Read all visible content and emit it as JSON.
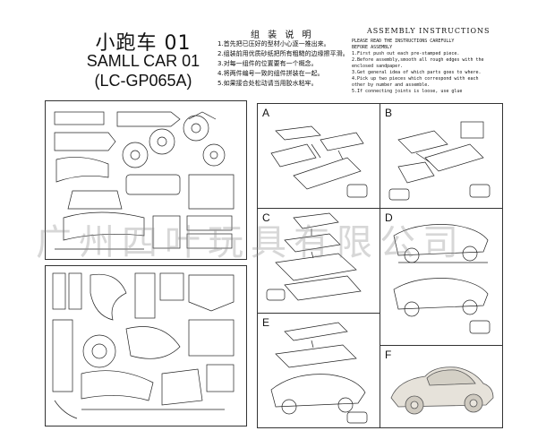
{
  "header": {
    "title_cn": "小跑车 01",
    "title_en": "SAMLL CAR 01",
    "model_code": "(LC-GP065A)"
  },
  "instructions_cn": {
    "heading": "组 装 说 明",
    "steps": [
      "1.首先把已压好的型材小心逐一推出来。",
      "2.组装前用优质砂纸把所有粗糙的边缘擦平滑。",
      "3.对每一组件的位置要有一个概念。",
      "4.将两件编号一致的组件拼装在一起。",
      "5.如果接合处松动请当用胶水粘牢。"
    ]
  },
  "instructions_en": {
    "heading": "ASSEMBLY   INSTRUCTIONS",
    "lines": [
      "PLEASE READ THE INSTRUCTIONS CAREFULLY",
      "BEFORE ASSEMBLY",
      "1.First push out each pre-stamped piece.",
      "2.Before assembly,smooth all rough edges with the",
      "  enclosed sandpaper.",
      "3.Get general idea of which parts goes to where.",
      "4.Pick up two pieces which correspond with each",
      "  other by number and assemble.",
      "5.If connecting joints is loose, use glue"
    ]
  },
  "panels": [
    {
      "label": "A"
    },
    {
      "label": "B"
    },
    {
      "label": "C"
    },
    {
      "label": "D"
    },
    {
      "label": "E"
    },
    {
      "label": "F"
    }
  ],
  "watermark": "广州四叶玩具有限公司"
}
